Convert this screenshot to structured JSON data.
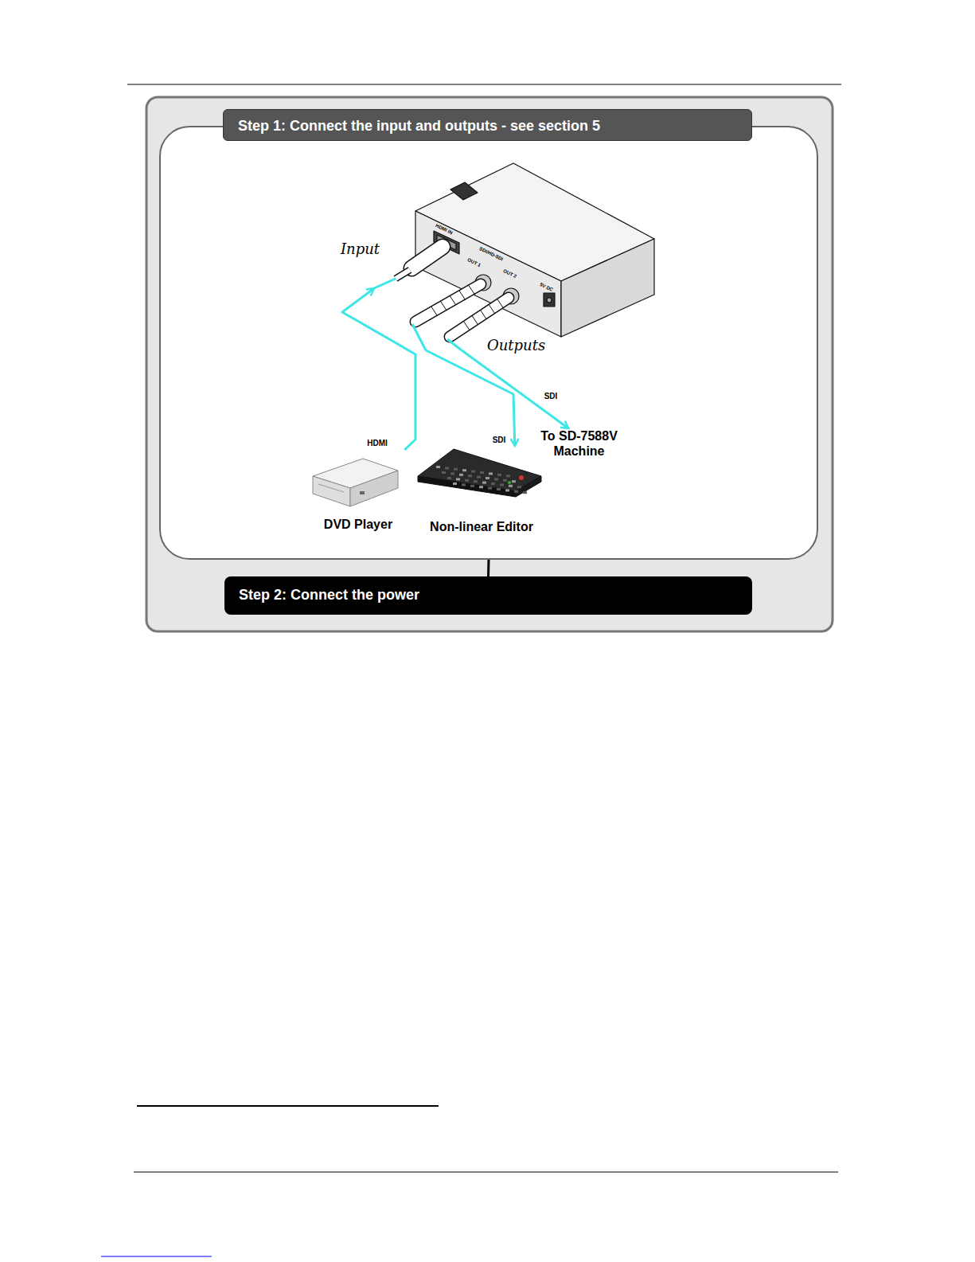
{
  "diagram": {
    "nodes": [
      {
        "text": [
          "Step 1: Connect the input and outputs - see section 5"
        ]
      },
      {
        "text": [
          "HDMI IN",
          "SDI/HD-SDI",
          "OUT 1",
          "OUT 2",
          "5V DC"
        ],
        "in": 0
      },
      {
        "text": [
          "DVD Player"
        ],
        "in": 0
      },
      {
        "text": [
          "Non-linear Editor"
        ],
        "in": 0
      },
      {
        "text": [
          "To SD-7588V Machine"
        ],
        "in": 0
      },
      {
        "text": [
          "Step 2: Connect the power"
        ]
      }
    ],
    "edges": [
      {
        "from": 2,
        "to": 1,
        "arrow": "to",
        "label": "HDMI"
      },
      {
        "from": 1,
        "to": 3,
        "arrow": "to",
        "label": "SDI"
      },
      {
        "from": 1,
        "to": 4,
        "arrow": "to",
        "label": "SDI"
      },
      {
        "from": 0,
        "to": 5,
        "arrow": "none"
      }
    ],
    "labels": [
      "Input",
      "Outputs"
    ]
  }
}
